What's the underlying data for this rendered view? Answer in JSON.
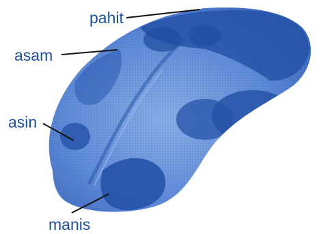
{
  "labels": {
    "pahit": "pahit",
    "asam": "asam",
    "asin": "asin",
    "manis": "manis"
  },
  "colors": {
    "label_text": "#1d4f9c",
    "tongue_base": "#4a7bd0",
    "tongue_light": "#7fa4e0",
    "taste_zone": "#2553a8",
    "leader_line": "#111111"
  }
}
